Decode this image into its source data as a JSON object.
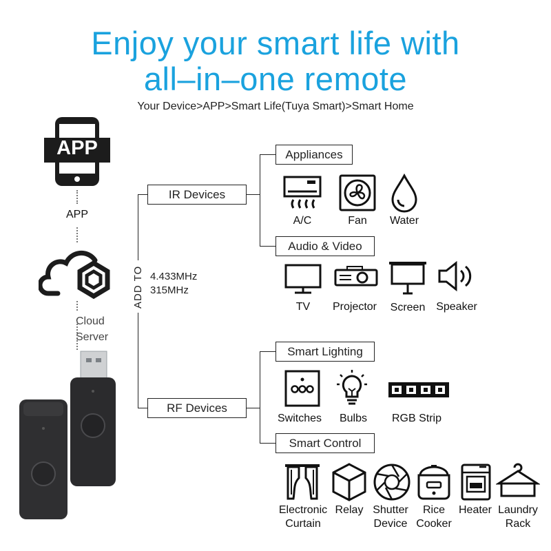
{
  "header": {
    "title_line1": "Enjoy your smart life with",
    "title_line2": "all–in–one remote",
    "subtitle": "Your Device>APP>Smart Life(Tuya Smart)>Smart Home"
  },
  "left": {
    "app_badge": "APP",
    "app_label": "APP",
    "cloud_label_line1": "Cloud",
    "cloud_label_line2": "Server",
    "add_to": "ADD TO",
    "freq_line1": "4.433MHz",
    "freq_line2": "315MHz"
  },
  "ir": {
    "label": "IR Devices",
    "appliances": {
      "label": "Appliances",
      "items": [
        {
          "label": "A/C",
          "icon": "air-conditioner-icon"
        },
        {
          "label": "Fan",
          "icon": "fan-icon"
        },
        {
          "label": "Water",
          "icon": "water-drop-icon"
        }
      ]
    },
    "audio_video": {
      "label": "Audio & Video",
      "items": [
        {
          "label": "TV",
          "icon": "tv-icon"
        },
        {
          "label": "Projector",
          "icon": "projector-icon"
        },
        {
          "label": "Screen",
          "icon": "projection-screen-icon"
        },
        {
          "label": "Speaker",
          "icon": "speaker-icon"
        }
      ]
    }
  },
  "rf": {
    "label": "RF Devices",
    "smart_lighting": {
      "label": "Smart Lighting",
      "items": [
        {
          "label": "Switches",
          "icon": "wall-switch-icon"
        },
        {
          "label": "Bulbs",
          "icon": "bulb-icon"
        },
        {
          "label": "RGB Strip",
          "icon": "rgb-strip-icon"
        }
      ]
    },
    "smart_control": {
      "label": "Smart Control",
      "items": [
        {
          "label_line1": "Electronic",
          "label_line2": "Curtain",
          "icon": "curtain-icon"
        },
        {
          "label_line1": "Relay",
          "label_line2": "",
          "icon": "relay-box-icon"
        },
        {
          "label_line1": "Shutter",
          "label_line2": "Device",
          "icon": "shutter-icon"
        },
        {
          "label_line1": "Rice",
          "label_line2": "Cooker",
          "icon": "rice-cooker-icon"
        },
        {
          "label_line1": "Heater",
          "label_line2": "",
          "icon": "heater-icon"
        },
        {
          "label_line1": "Laundry",
          "label_line2": "Rack",
          "icon": "laundry-rack-icon"
        }
      ]
    }
  },
  "colors": {
    "title": "#1aa2de",
    "device_body": "#2b2b2d",
    "line": "#222222"
  }
}
